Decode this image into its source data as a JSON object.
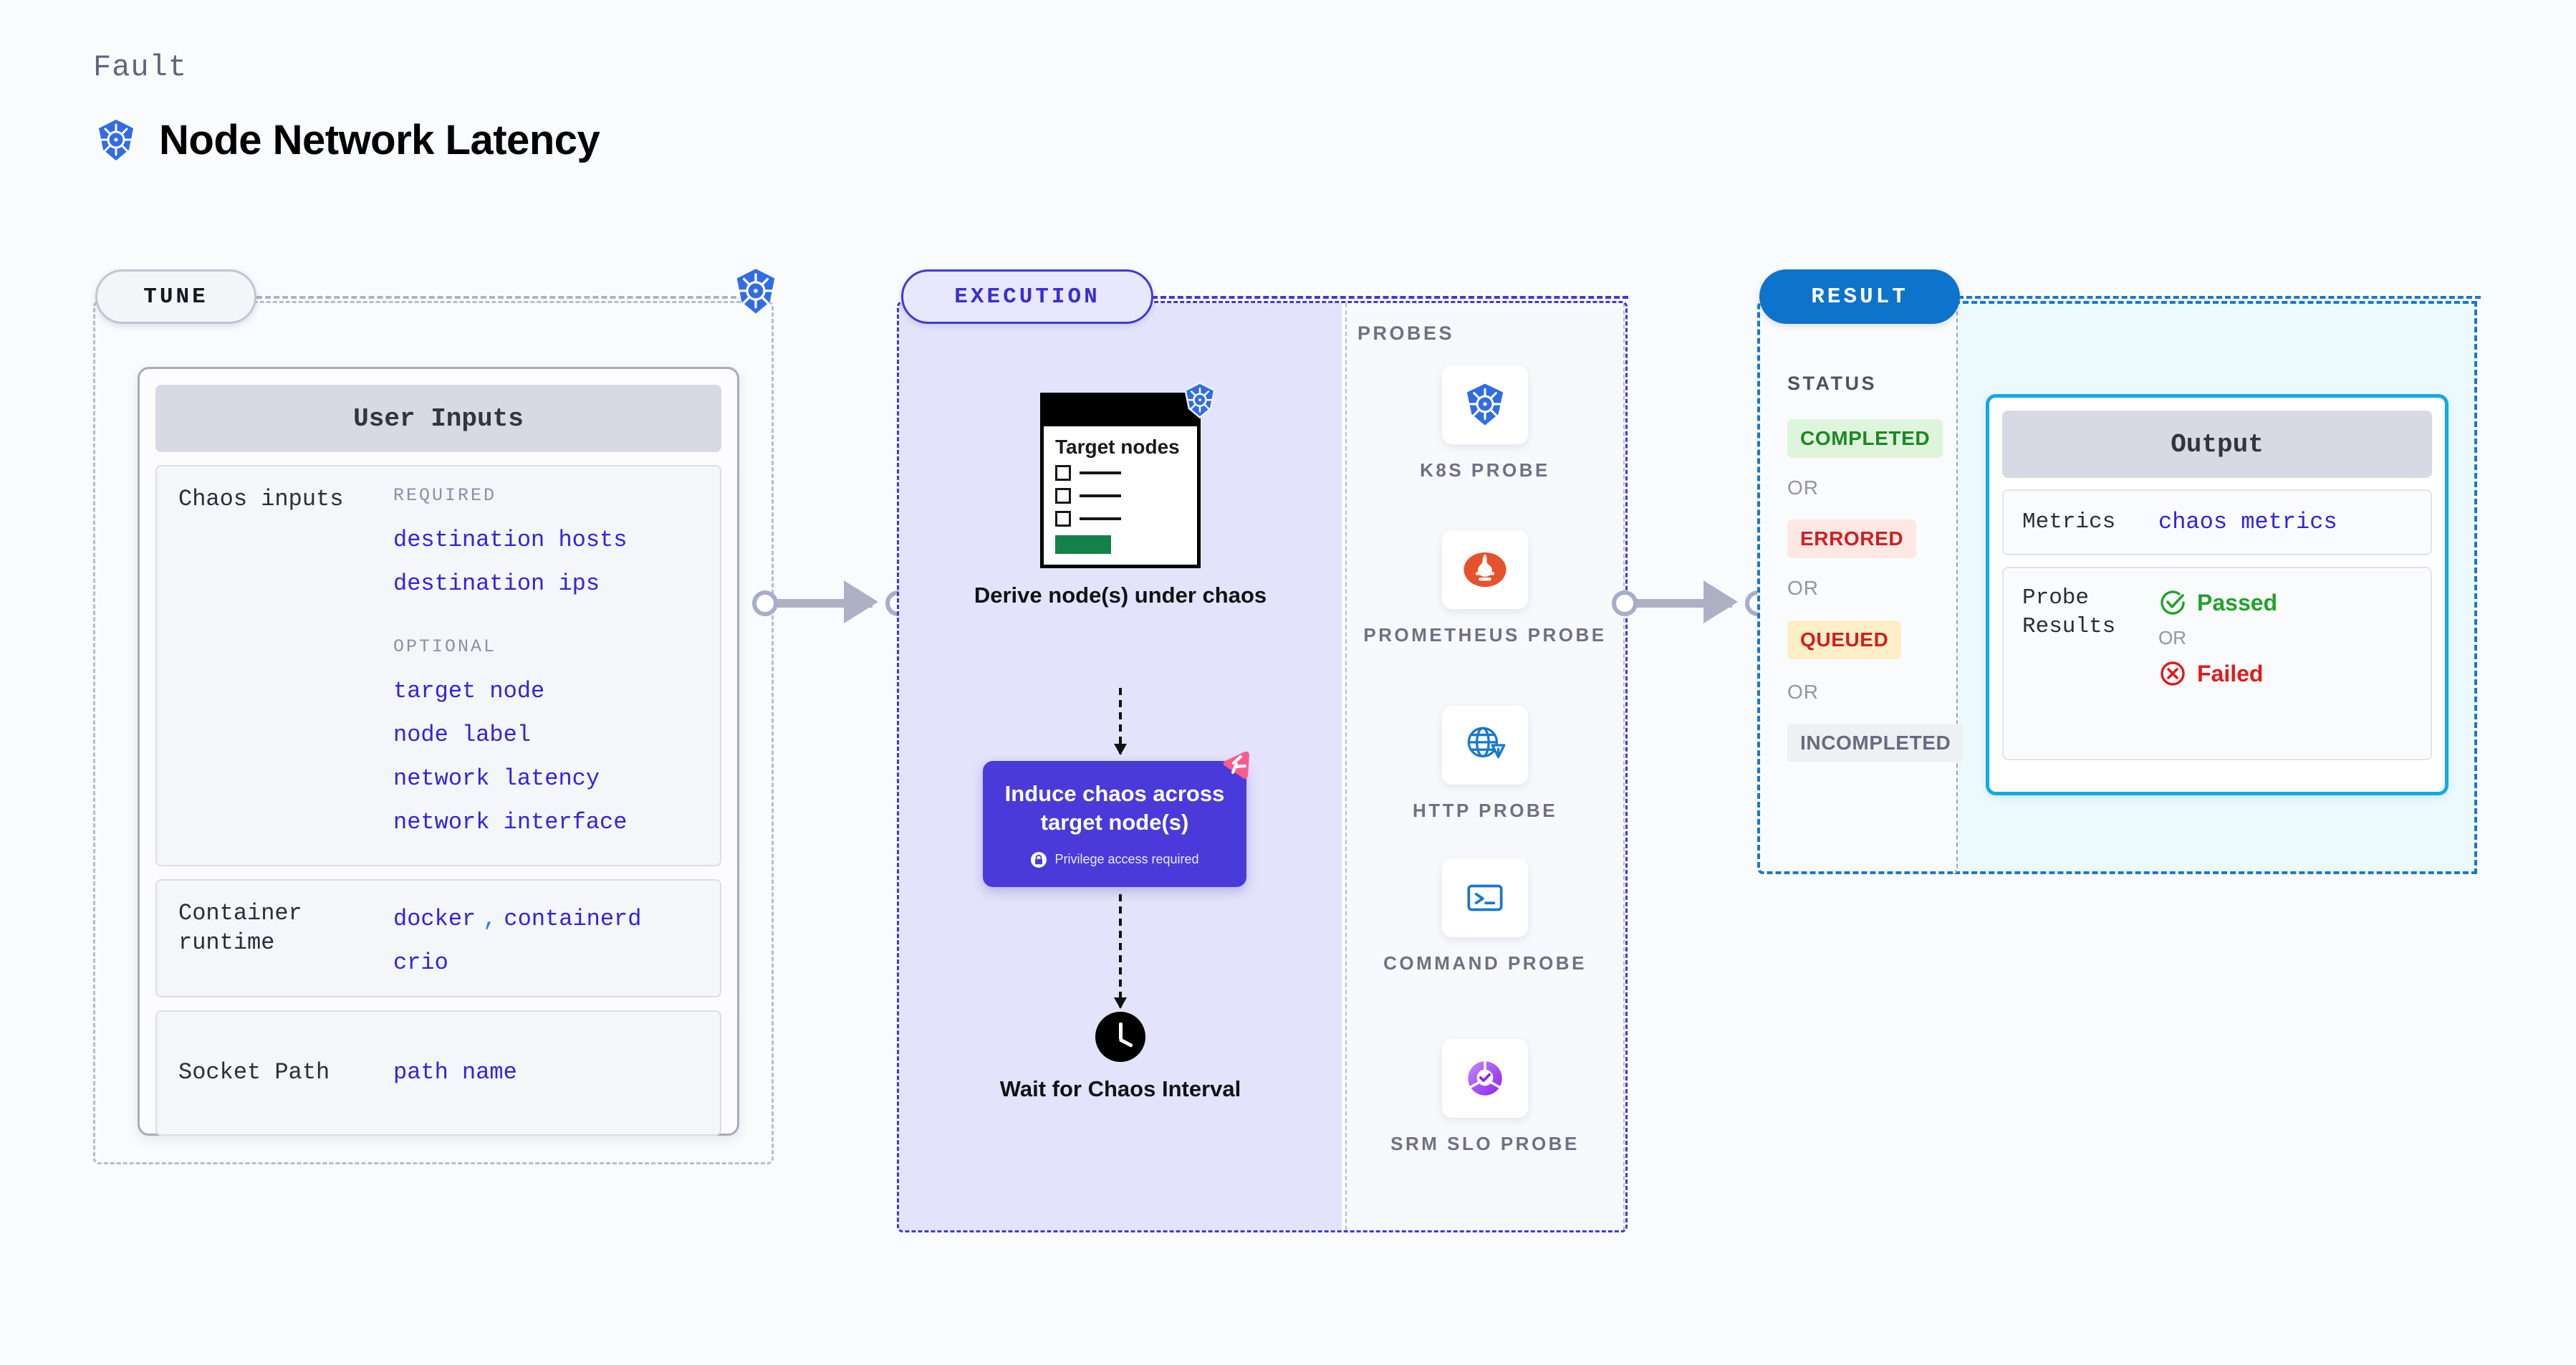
{
  "header": {
    "eyebrow": "Fault",
    "title": "Node Network Latency",
    "icon": "kubernetes-icon"
  },
  "stages": {
    "tune": {
      "pill_label": "TUNE",
      "card_title": "User Inputs",
      "badge_icon": "kubernetes-icon",
      "rows": [
        {
          "label": "Chaos inputs",
          "groups": [
            {
              "heading": "REQUIRED",
              "values": [
                "destination hosts",
                "destination ips"
              ]
            },
            {
              "heading": "OPTIONAL",
              "values": [
                "target node",
                "node label",
                "network latency",
                "network interface"
              ]
            }
          ]
        },
        {
          "label": "Container runtime",
          "values_line1": [
            "docker",
            "containerd"
          ],
          "separator": ",",
          "values_line2": [
            "crio"
          ]
        },
        {
          "label": "Socket Path",
          "values": [
            "path name"
          ]
        }
      ]
    },
    "execution": {
      "pill_label": "EXECUTION",
      "steps": [
        {
          "card_title": "Target nodes",
          "card_badge_icon": "kubernetes-icon",
          "title": "Derive node(s) under chaos"
        },
        {
          "title": "Induce chaos across target node(s)",
          "note": "Privilege access required",
          "note_icon": "lock-icon",
          "badge_icon": "harness-chaos-icon"
        },
        {
          "icon": "clock-icon",
          "title": "Wait for Chaos Interval"
        }
      ],
      "probes_title": "PROBES",
      "probes": [
        {
          "label": "K8S PROBE",
          "icon": "kubernetes-icon"
        },
        {
          "label": "PROMETHEUS PROBE",
          "icon": "prometheus-icon"
        },
        {
          "label": "HTTP PROBE",
          "icon": "http-globe-warning-icon"
        },
        {
          "label": "COMMAND PROBE",
          "icon": "terminal-icon"
        },
        {
          "label": "SRM SLO PROBE",
          "icon": "srm-slo-icon"
        }
      ]
    },
    "result": {
      "pill_label": "RESULT",
      "status_title": "STATUS",
      "statuses": [
        {
          "label": "COMPLETED",
          "bg": "#dff4dd",
          "fg": "#1b8a22"
        },
        {
          "label": "ERRORED",
          "bg": "#fde8e6",
          "fg": "#cf2020"
        },
        {
          "label": "QUEUED",
          "bg": "#fcefc7",
          "fg": "#cf2020"
        },
        {
          "label": "INCOMPLETED",
          "bg": "#eff0f4",
          "fg": "#666b80"
        }
      ],
      "or_text": "OR",
      "output": {
        "card_title": "Output",
        "metrics_label": "Metrics",
        "metrics_value": "chaos metrics",
        "probe_results_label": "Probe Results",
        "passed_label": "Passed",
        "failed_label": "Failed",
        "or_text": "OR",
        "passed_icon": "check-circle-icon",
        "failed_icon": "x-circle-icon"
      }
    }
  },
  "colors": {
    "accent_blue": "#3322e0",
    "kubernetes_blue": "#326ce5",
    "execution_purple": "#4a3ad9",
    "result_blue": "#0d73cc",
    "output_cyan": "#12a9e8"
  }
}
